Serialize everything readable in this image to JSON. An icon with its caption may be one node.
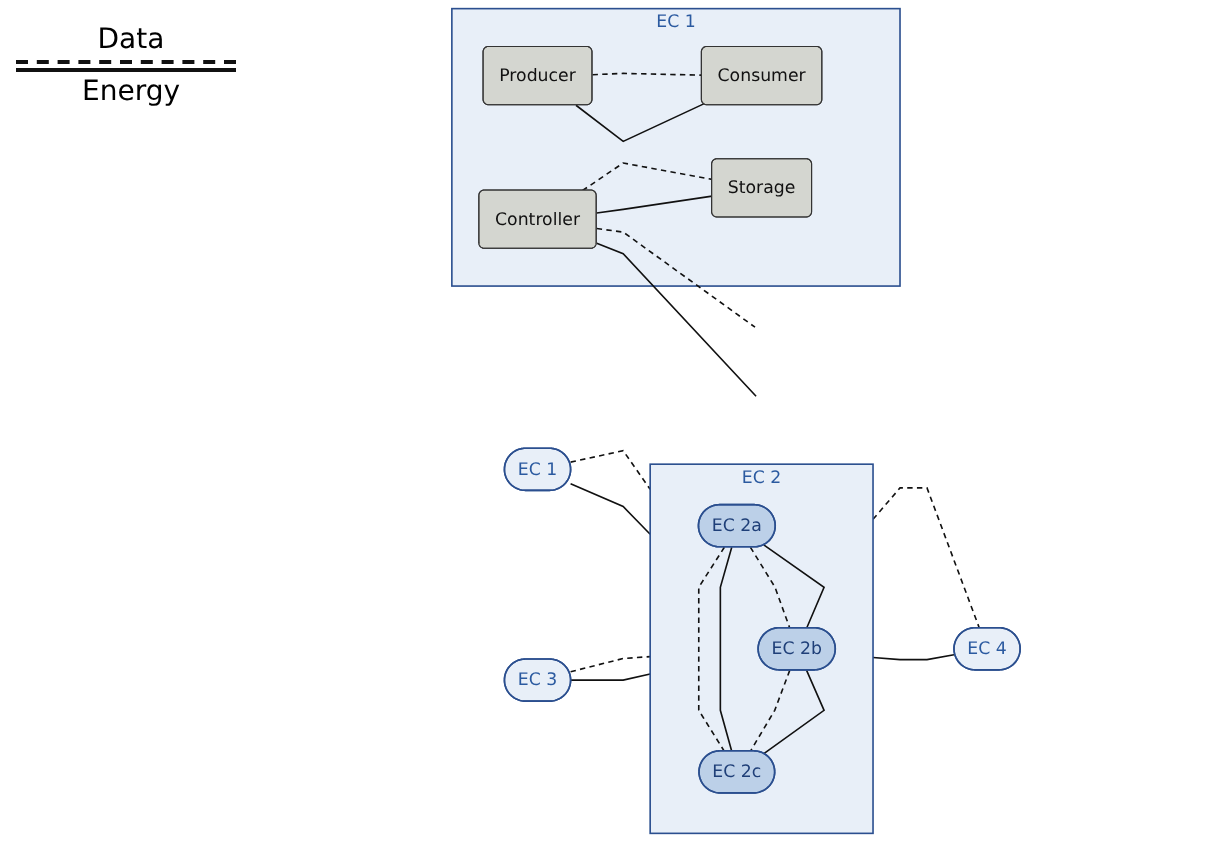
{
  "diagram": {
    "nodes": [
      {
        "text": [
          "EC 1"
        ]
      },
      {
        "text": [
          "EC 3"
        ]
      },
      {
        "text": [
          "EC 2"
        ]
      },
      {
        "text": [
          "EC 2a"
        ],
        "in": 2
      },
      {
        "text": [
          "EC 2b"
        ],
        "in": 2
      },
      {
        "text": [
          "EC 2c"
        ],
        "in": 2
      },
      {
        "text": [
          "EC 4"
        ]
      },
      {
        "text": [
          "EC 1"
        ]
      },
      {
        "text": [
          "Controller"
        ],
        "in": 7
      },
      {
        "text": [
          "Producer"
        ],
        "in": 7
      },
      {
        "text": [
          "Consumer"
        ],
        "in": 7
      },
      {
        "text": [
          "Storage"
        ],
        "in": 7
      }
    ],
    "edges": [
      {
        "from": 0,
        "to": 2,
        "arrow": "none",
        "style": "dashed"
      },
      {
        "from": 0,
        "to": 2,
        "arrow": "none"
      },
      {
        "from": 1,
        "to": 2,
        "arrow": "none",
        "style": "dashed"
      },
      {
        "from": 1,
        "to": 2,
        "arrow": "none"
      },
      {
        "from": 3,
        "to": 4,
        "arrow": "none",
        "style": "dashed"
      },
      {
        "from": 3,
        "to": 4,
        "arrow": "none"
      },
      {
        "from": 3,
        "to": 5,
        "arrow": "none",
        "style": "dashed"
      },
      {
        "from": 3,
        "to": 5,
        "arrow": "none"
      },
      {
        "from": 4,
        "to": 5,
        "arrow": "none",
        "style": "dashed"
      },
      {
        "from": 4,
        "to": 5,
        "arrow": "none"
      },
      {
        "from": 2,
        "to": 6,
        "arrow": "none",
        "style": "dashed"
      },
      {
        "from": 2,
        "to": 6,
        "arrow": "none"
      },
      {
        "from": 8,
        "to": null,
        "arrow": "none",
        "style": "dashed"
      },
      {
        "from": 8,
        "to": null,
        "arrow": "none"
      },
      {
        "from": 8,
        "to": 11,
        "arrow": "none",
        "style": "dashed"
      },
      {
        "from": 8,
        "to": 11,
        "arrow": "none"
      },
      {
        "from": 9,
        "to": 10,
        "arrow": "none",
        "style": "dashed"
      },
      {
        "from": 9,
        "to": 10,
        "arrow": "none"
      }
    ],
    "legend": [
      {
        "text": "Data"
      },
      {
        "text": "Energy"
      }
    ]
  }
}
